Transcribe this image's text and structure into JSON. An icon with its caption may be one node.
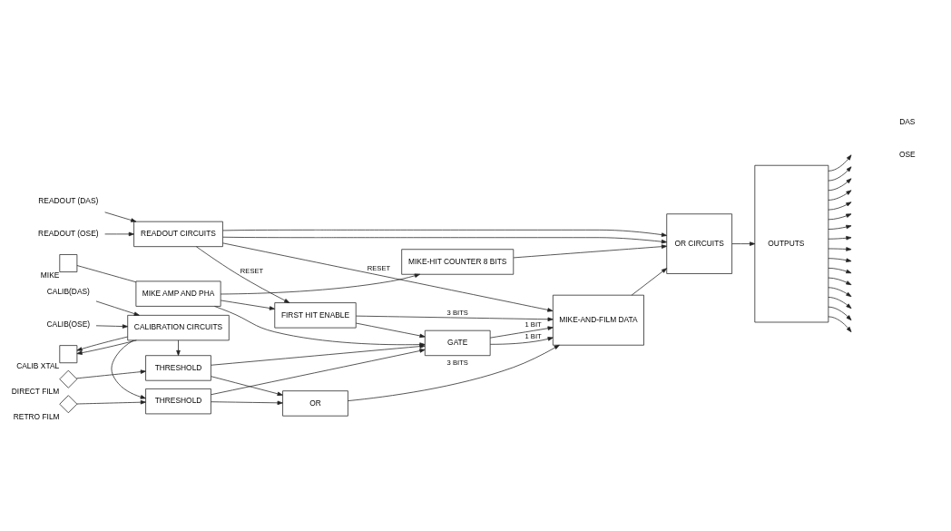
{
  "diagram": {
    "nodes": [
      {
        "text": [
          "DIRECT FILM"
        ]
      },
      {
        "text": [
          "RETRO FILM"
        ]
      },
      {
        "text": [
          "THRESHOLD"
        ]
      },
      {
        "text": [
          "THRESHOLD"
        ]
      },
      {
        "text": [
          "MIKE"
        ]
      },
      {
        "text": [
          "CALIB XTAL"
        ]
      },
      {
        "text": [
          "MIKE AMP AND PHA"
        ]
      },
      {
        "text": [
          "CALIBRATION CIRCUITS"
        ]
      },
      {
        "text": [
          "OR"
        ]
      },
      {
        "text": [
          "GATE"
        ]
      },
      {
        "text": [
          "FIRST HIT ENABLE"
        ]
      },
      {
        "text": [
          "MIKE-AND-FILM DATA"
        ]
      },
      {
        "text": [
          "MIKE-HIT COUNTER 8 BITS"
        ]
      },
      {
        "text": [
          "OR CIRCUITS"
        ]
      },
      {
        "text": [
          "OUTPUTS"
        ]
      },
      {
        "text": [
          "READOUT CIRCUITS"
        ]
      },
      {
        "text": [
          "CALIB(DAS)"
        ]
      },
      {
        "text": [
          "CALIB(OSE)"
        ]
      },
      {
        "text": [
          "READOUT (DAS)"
        ]
      },
      {
        "text": [
          "READOUT (OSE)"
        ]
      }
    ],
    "edges": [
      {
        "from": 0,
        "to": 2,
        "arrow": "to"
      },
      {
        "from": 1,
        "to": 3,
        "arrow": "to"
      },
      {
        "from": 4,
        "to": 6,
        "arrow": "none"
      },
      {
        "from": 7,
        "to": 2,
        "arrow": "to"
      },
      {
        "from": 7,
        "to": 3,
        "arrow": "to"
      },
      {
        "from": 7,
        "to": 5,
        "arrow": "to"
      },
      {
        "from": 7,
        "to": 5,
        "arrow": "to"
      },
      {
        "from": 16,
        "to": 7,
        "arrow": "to"
      },
      {
        "from": 17,
        "to": 7,
        "arrow": "to"
      },
      {
        "from": 2,
        "to": 8,
        "arrow": "to"
      },
      {
        "from": 3,
        "to": 8,
        "arrow": "to"
      },
      {
        "from": 2,
        "to": 9,
        "arrow": "to"
      },
      {
        "from": 6,
        "to": 9,
        "arrow": "to"
      },
      {
        "from": 3,
        "to": 9,
        "arrow": "to"
      },
      {
        "from": 6,
        "to": 10,
        "arrow": "to"
      },
      {
        "from": 6,
        "to": 12,
        "arrow": "to"
      },
      {
        "from": 10,
        "to": 9,
        "arrow": "to"
      },
      {
        "from": 8,
        "to": 11,
        "arrow": "to",
        "label": "3 BITS"
      },
      {
        "from": 9,
        "to": 11,
        "arrow": "to",
        "label": "1 BIT"
      },
      {
        "from": 9,
        "to": 11,
        "arrow": "to",
        "label": "1 BIT"
      },
      {
        "from": 10,
        "to": 11,
        "arrow": "to",
        "label": "3 BITS"
      },
      {
        "from": 15,
        "to": 11,
        "arrow": "to",
        "label": "RESET"
      },
      {
        "from": 15,
        "to": 10,
        "arrow": "to",
        "label": "RESET"
      },
      {
        "from": 11,
        "to": 13,
        "arrow": "to"
      },
      {
        "from": 12,
        "to": 13,
        "arrow": "to"
      },
      {
        "from": 15,
        "to": 13,
        "arrow": "to"
      },
      {
        "from": 15,
        "to": 13,
        "arrow": "to"
      },
      {
        "from": 18,
        "to": 15,
        "arrow": "to"
      },
      {
        "from": 19,
        "to": 15,
        "arrow": "to"
      },
      {
        "from": 13,
        "to": 14,
        "arrow": "to"
      },
      {
        "from": 14,
        "to": null,
        "arrow": "to"
      },
      {
        "from": 14,
        "to": null,
        "arrow": "to"
      },
      {
        "from": 14,
        "to": null,
        "arrow": "to"
      },
      {
        "from": 14,
        "to": null,
        "arrow": "to"
      },
      {
        "from": 14,
        "to": null,
        "arrow": "to"
      },
      {
        "from": 14,
        "to": null,
        "arrow": "to"
      },
      {
        "from": 14,
        "to": null,
        "arrow": "to"
      },
      {
        "from": 14,
        "to": null,
        "arrow": "to"
      },
      {
        "from": 14,
        "to": null,
        "arrow": "to"
      },
      {
        "from": 14,
        "to": null,
        "arrow": "to"
      },
      {
        "from": 14,
        "to": null,
        "arrow": "to"
      },
      {
        "from": 14,
        "to": null,
        "arrow": "to"
      },
      {
        "from": 14,
        "to": null,
        "arrow": "to"
      },
      {
        "from": 14,
        "to": null,
        "arrow": "to"
      },
      {
        "from": 14,
        "to": null,
        "arrow": "to"
      },
      {
        "from": 14,
        "to": null,
        "arrow": "to"
      }
    ],
    "labels": [
      "OSE",
      "DAS"
    ]
  }
}
